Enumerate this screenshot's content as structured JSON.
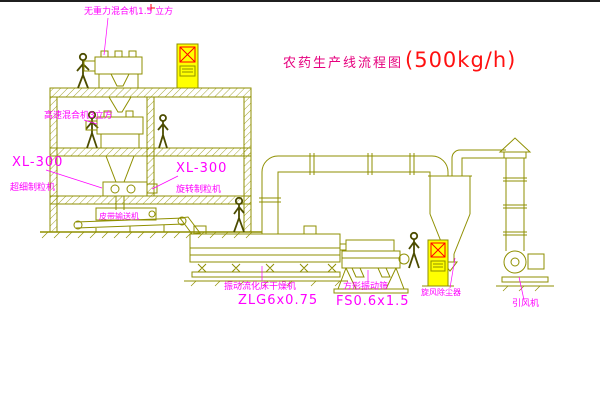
{
  "title": {
    "text": "农药生产线流程图",
    "capacity": "(500kg/h)"
  },
  "labels": {
    "top_mixer": "无重力混合机1.5 立方",
    "mid_mixer": "高速混合机3立方",
    "left_granulator_model": "XL-300",
    "left_granulator_name": "超细制粒机",
    "mid_granulator_model": "XL-300",
    "mid_granulator_name": "旋转制粒机",
    "belt_conveyor": "皮带输送机",
    "dryer_name": "振动流化床干燥机",
    "dryer_model": "ZLG6x0.75",
    "sieve_name": "方形振动筛",
    "sieve_model": "FS0.6x1.5",
    "cyclone": "旋风除尘器",
    "fan": "引风机"
  },
  "colors": {
    "line": "#8f8f00",
    "label_text": "#ff00ff",
    "title_text": "#e6007e",
    "accent_red": "#ff1111",
    "cabinet_fill": "#ffff00",
    "figure": "#4c4c00"
  }
}
